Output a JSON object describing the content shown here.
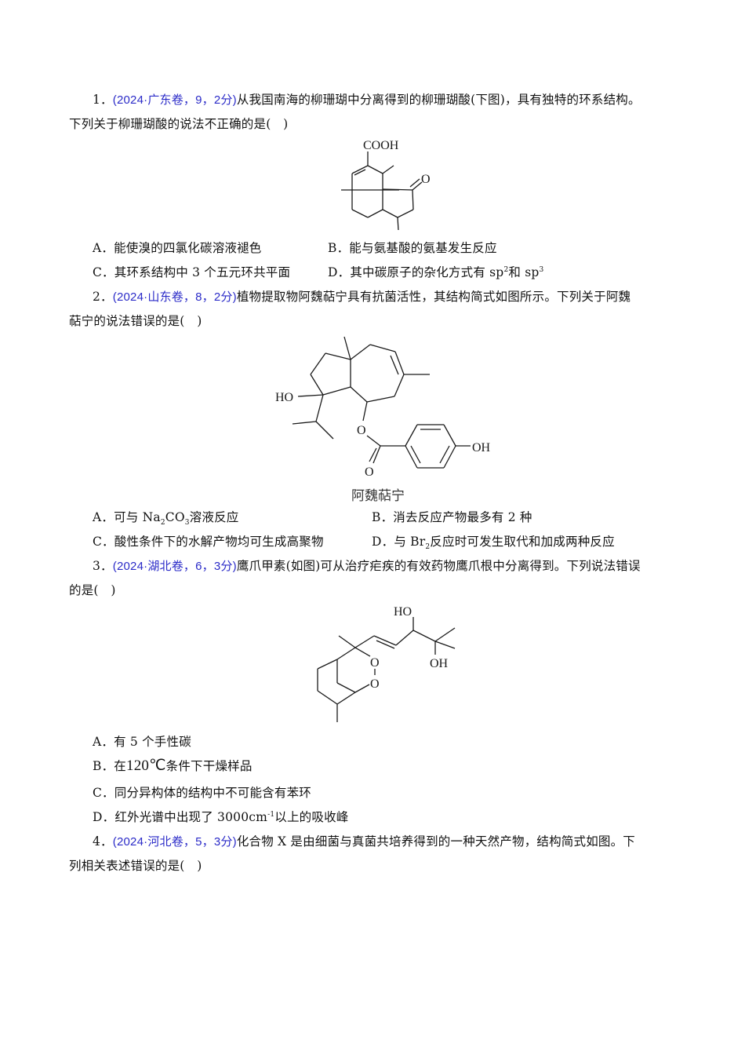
{
  "questions": [
    {
      "number": "1．",
      "source": "(2024·广东卷，9，2分)",
      "stem_line1": "从我国南海的柳珊瑚中分离得到的柳珊瑚酸(下图)，具有独特的环系结构。",
      "stem_line2": "下列关于柳珊瑚酸的说法不正确的是(　)",
      "structure": {
        "labels": {
          "cooh": "COOH",
          "ketone_o": "O"
        }
      },
      "options": {
        "A": {
          "label": "A．",
          "text": "能使溴的四氯化碳溶液褪色"
        },
        "B": {
          "label": "B．",
          "text": "能与氨基酸的氨基发生反应"
        },
        "C": {
          "label": "C．",
          "text": "其环系结构中 3 个五元环共平面"
        },
        "D": {
          "label": "D．",
          "text_pre": "其中碳原子的杂化方式有 sp",
          "sup1": "2",
          "text_mid": "和 sp",
          "sup2": "3"
        }
      }
    },
    {
      "number": "2．",
      "source": "(2024·山东卷，8，2分)",
      "stem_line1": "植物提取物阿魏萜宁具有抗菌活性，其结构简式如图所示。下列关于阿魏",
      "stem_line2": "萜宁的说法错误的是(　)",
      "structure": {
        "caption": "阿魏萜宁",
        "labels": {
          "ho": "HO",
          "ester_o": "O",
          "carbonyl_o": "O",
          "oh": "OH"
        }
      },
      "options": {
        "A": {
          "label": "A．",
          "text_pre": "可与 Na",
          "sub1": "2",
          "text_mid": "CO",
          "sub2": "3",
          "text_post": "溶液反应"
        },
        "B": {
          "label": "B．",
          "text": "消去反应产物最多有 2 种"
        },
        "C": {
          "label": "C．",
          "text": "酸性条件下的水解产物均可生成高聚物"
        },
        "D": {
          "label": "D．",
          "text_pre": "与 Br",
          "sub1": "2",
          "text_post": "反应时可发生取代和加成两种反应"
        }
      }
    },
    {
      "number": "3．",
      "source": "(2024·湖北卷，6，3分)",
      "stem_line1": "鹰爪甲素(如图)可从治疗疟疾的有效药物鹰爪根中分离得到。下列说法错误",
      "stem_line2": "的是(　)",
      "structure": {
        "labels": {
          "ho": "HO",
          "oh": "OH",
          "o1": "O",
          "o2": "O"
        }
      },
      "options": {
        "A": {
          "label": "A．",
          "text": "有 5 个手性碳"
        },
        "B": {
          "label": "B．",
          "text_pre": "在",
          "temp": "120℃",
          "text_post": "条件下干燥样品"
        },
        "C": {
          "label": "C．",
          "text": "同分异构体的结构中不可能含有苯环"
        },
        "D": {
          "label": "D．",
          "text_pre": "红外光谱中出现了 3000cm",
          "sup1": "-1",
          "text_post": "以上的吸收峰"
        }
      }
    },
    {
      "number": "4．",
      "source": "(2024·河北卷，5，3分)",
      "stem_line1": "化合物 X 是由细菌与真菌共培养得到的一种天然产物，结构简式如图。下",
      "stem_line2": "列相关表述错误的是(　)"
    }
  ],
  "colors": {
    "source_blue": "#2b2bc8",
    "text": "#111111"
  }
}
